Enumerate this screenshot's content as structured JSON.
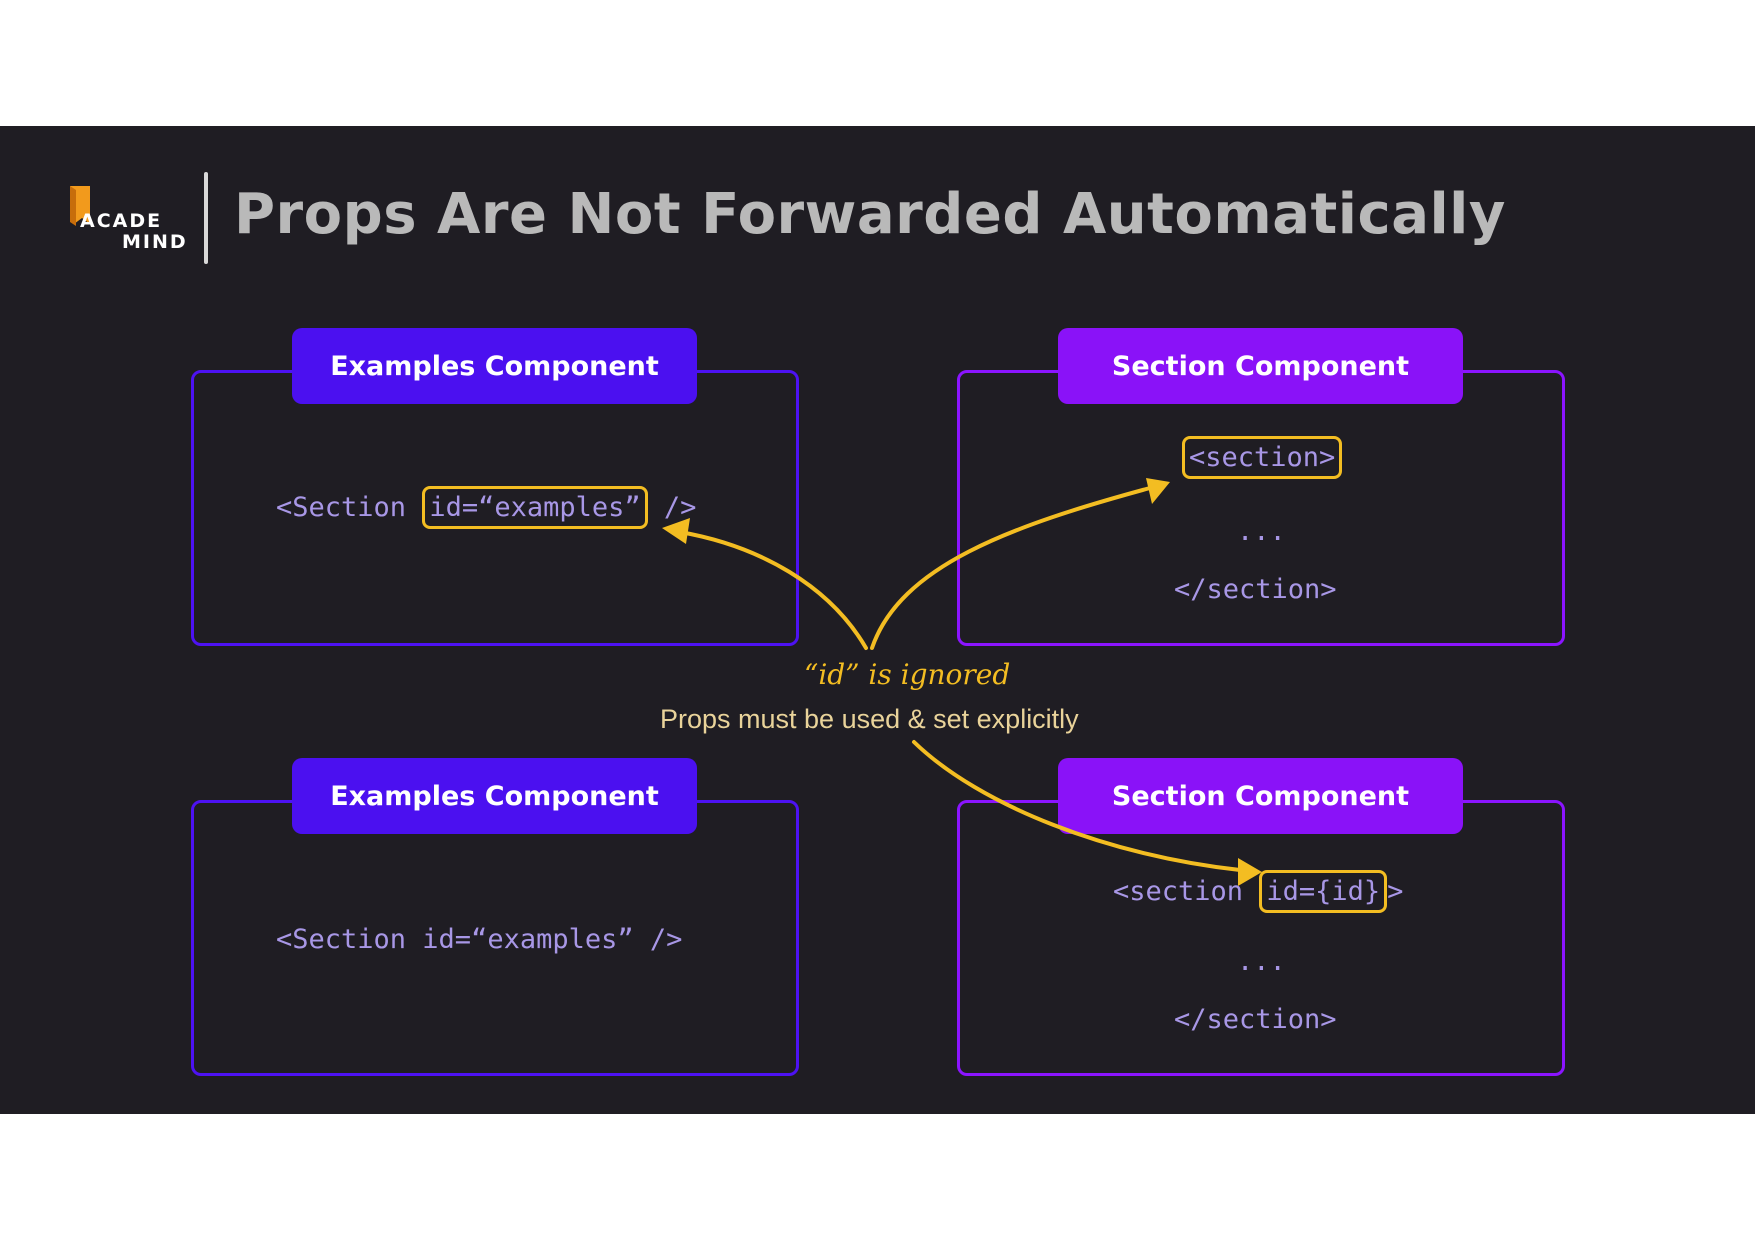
{
  "header": {
    "logo_line1": "ACADE",
    "logo_line2": "MIND",
    "title": "Props Are Not Forwarded Automatically"
  },
  "panels": {
    "top_left": {
      "tab_label": "Examples Component",
      "code_before": "<Section ",
      "code_highlight": "id=“examples”",
      "code_after": " />"
    },
    "top_right": {
      "tab_label": "Section Component",
      "code_open": "<section>",
      "code_dots": "...",
      "code_close": "</section>"
    },
    "bottom_left": {
      "tab_label": "Examples Component",
      "code_line": "<Section id=“examples” />"
    },
    "bottom_right": {
      "tab_label": "Section Component",
      "code_before": "<section ",
      "code_highlight": "id={id}",
      "code_after": ">",
      "code_dots": "...",
      "code_close": "</section>"
    }
  },
  "notes": {
    "ignored": "“id” is ignored",
    "explicit": "Props must be used & set explicitly"
  },
  "colors": {
    "background": "#1f1d23",
    "blue_accent": "#4b10f0",
    "purple_accent": "#8a12f8",
    "highlight": "#f3bd22",
    "code_text": "#a897e6"
  },
  "icons": [
    "academind-book-icon"
  ]
}
